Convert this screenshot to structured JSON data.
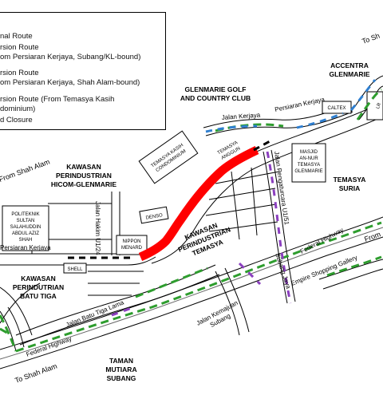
{
  "legend": {
    "items": [
      {
        "line1": "nal Route",
        "line2": ""
      },
      {
        "line1": "rsion Route",
        "line2": "om Persiaran Kerjaya, Subang/KL-bound)"
      },
      {
        "line1": "rsion Route",
        "line2": "om Persiaran Kerjaya, Shah Alam-bound)"
      },
      {
        "line1": "rsion Route (From Temasya Kasih",
        "line2": "dominium)"
      },
      {
        "line1": "d Closure",
        "line2": ""
      }
    ]
  },
  "labels": {
    "accentra": [
      "ACCENTRA",
      "GLENMARIE"
    ],
    "glenmarie_golf": [
      "GLENMARIE GOLF",
      "AND COUNTRY CLUB"
    ],
    "persiaran_kerjaya_top": "Persiaran Kerjaya",
    "jalan_kerjaya": "Jalan  Kerjaya",
    "caltex": "CALTEX",
    "to_shah_alam_edge": "To Sh",
    "lr": "LR",
    "temasya_anggun": [
      "TEMASYA",
      "ANGGUN"
    ],
    "masjid": [
      "MASJID",
      "AN-NUR",
      "TEMASYA",
      "GLENMARIE"
    ],
    "jalan_pengaturcara": "Jalan Pengaturcara U1/51",
    "temasya_suria": [
      "TEMASYA",
      "SURIA"
    ],
    "from_shah_alam": "From Shah Alam",
    "kawasan_hicom": [
      "KAWASAN",
      "PERINDUSTRIAN",
      "HICOM-GLENMARIE"
    ],
    "temasya_kasih": [
      "TEMASYA KASIH",
      "CONDOMINIUM"
    ],
    "politeknik": [
      "POLITEKNIK",
      "SULTAN",
      "SALAHUDDIN",
      "ABDUL AZIZ",
      "SHAH"
    ],
    "jalan_hakim": "Jalan Hakim U1/24",
    "denso": "DENSO",
    "nippon_menard": [
      "NIPPON",
      "MENARD"
    ],
    "kawasan_temasya": [
      "KAWASAN",
      "PERINDUSTRIAN",
      "TEMASYA"
    ],
    "subang_jaya": "Subang Jaya",
    "federal_highway_right": "Federal Highway",
    "from_right": "From",
    "persiaran_kerjaya_left": "Persiaran Kerjaya",
    "shell": "SHELL",
    "empire": "Empire Shopping Gallery",
    "kawasan_batu_tiga": [
      "KAWASAN",
      "PERINDUTRIAN",
      "BATU TIGA"
    ],
    "jalan_batu_tiga": "Jalan Batu Tiga Lama",
    "jalan_kemajuan": [
      "Jalan Kemajuan",
      "Subang"
    ],
    "federal_highway_left": "Federal Highway",
    "to_shah_alam": "To Shah Alam",
    "taman_mutiara": [
      "TAMAN",
      "MUTIARA",
      "SUBANG"
    ]
  },
  "colors": {
    "closure": "#ff0000",
    "divert_green": "#2e9d2e",
    "divert_blue": "#2f7fd0",
    "divert_purple": "#8b3fbf",
    "road": "#000000"
  }
}
